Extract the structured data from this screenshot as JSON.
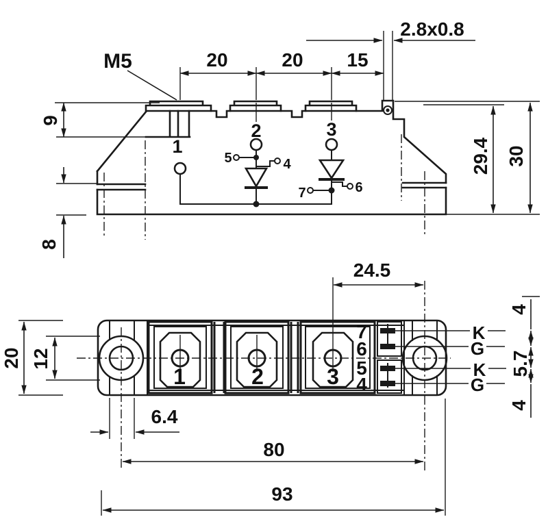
{
  "drawing": {
    "description": "Technical outline drawing of a dual thyristor power semiconductor module, side view with internal circuit and footprint view with dimensions",
    "colors": {
      "line": "#1a1a1a",
      "background": "#ffffff"
    },
    "top_view": {
      "labels": {
        "m5": "M5",
        "tab_size": "2.8x0.8",
        "dim_pitch_left": "20",
        "dim_pitch_right": "20",
        "dim_tab_offset": "15",
        "dim_terminal_height": "9",
        "dim_slot_height": "8",
        "dim_body_height": "29.4",
        "dim_overall_height": "30",
        "terminal_1": "1",
        "terminal_2": "2",
        "terminal_3": "3",
        "aux_5": "5",
        "gate_4": "4",
        "aux_7": "7",
        "gate_6": "6"
      }
    },
    "bottom_view": {
      "labels": {
        "dim_pad_to_hole": "24.5",
        "dim_width": "20",
        "dim_hole_diameter": "12",
        "dim_slot_width": "6.4",
        "dim_hole_pitch": "80",
        "dim_overall_length": "93",
        "dim_pin_gap_top": "4",
        "dim_pin_gap_mid": "5.7",
        "dim_pin_gap_bottom": "4",
        "pad_1": "1",
        "pad_2": "2",
        "pad_3": "3",
        "pin_7": "7",
        "pin_6": "6",
        "pin_5": "5",
        "pin_4": "4",
        "pin_k_top": "K",
        "pin_g_top": "G",
        "pin_k_bottom": "K",
        "pin_g_bottom": "G"
      }
    }
  }
}
